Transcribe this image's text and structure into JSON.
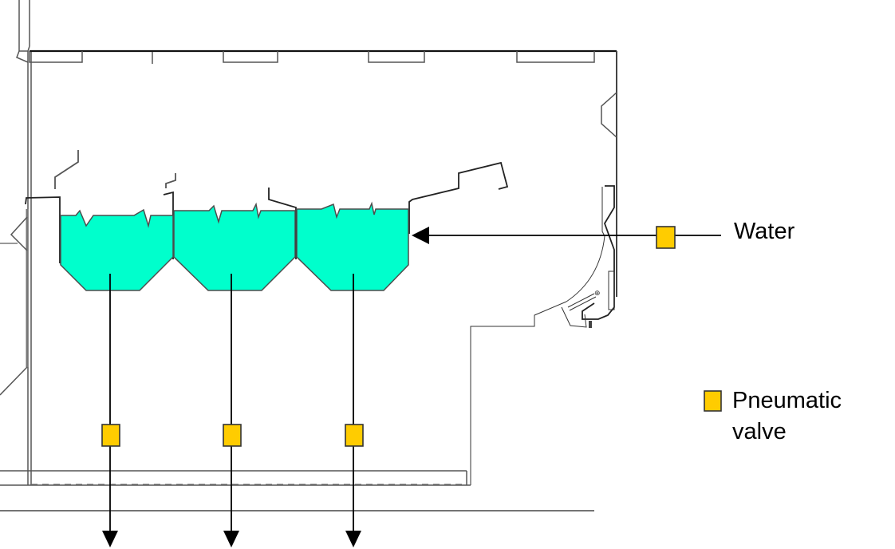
{
  "diagram": {
    "type": "process-flow-schematic",
    "colors": {
      "water": "#00ffcc",
      "valve": "#ffcc00",
      "valve_border": "#333333",
      "line": "#000000",
      "wall": "#666666"
    },
    "tanks": [
      {
        "id": "tank-1",
        "content": "water"
      },
      {
        "id": "tank-2",
        "content": "water"
      },
      {
        "id": "tank-3",
        "content": "water"
      }
    ],
    "flows": [
      {
        "id": "water-inlet",
        "label": "Water",
        "direction": "in",
        "target": "tank-3",
        "has_valve": true
      },
      {
        "id": "drain-1",
        "source": "tank-1",
        "direction": "out",
        "has_valve": true
      },
      {
        "id": "drain-2",
        "source": "tank-2",
        "direction": "out",
        "has_valve": true
      },
      {
        "id": "drain-3",
        "source": "tank-3",
        "direction": "out",
        "has_valve": true
      }
    ],
    "labels": {
      "water": "Water",
      "legend_line1": "Pneumatic",
      "legend_line2": "valve"
    },
    "legend": [
      {
        "symbol": "yellow-square",
        "label": "Pneumatic valve"
      }
    ]
  }
}
